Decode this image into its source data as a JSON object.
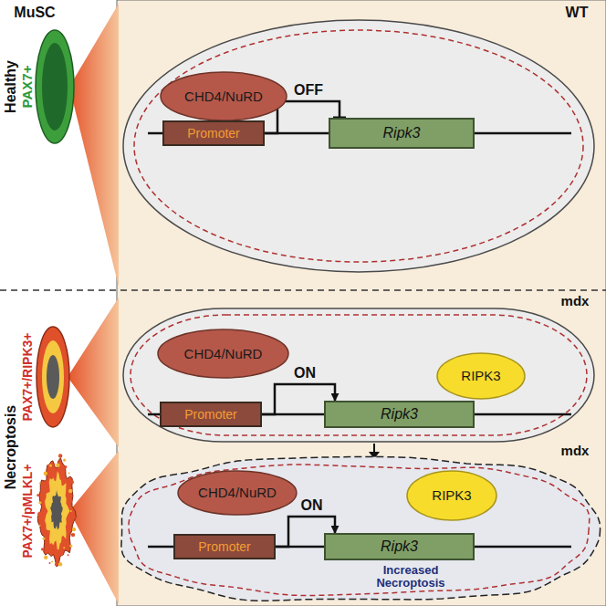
{
  "diagram": {
    "nodes": [
      {
        "text": [
          "CHD4/NuRD"
        ]
      },
      {
        "text": [
          "Promoter"
        ]
      },
      {
        "text": [
          "Ripk3"
        ]
      },
      {
        "text": [
          "CHD4/NuRD"
        ]
      },
      {
        "text": [
          "RIPK3"
        ]
      },
      {
        "text": [
          "Promoter"
        ]
      },
      {
        "text": [
          "Ripk3"
        ]
      },
      {
        "text": [
          "CHD4/NuRD"
        ]
      },
      {
        "text": [
          "RIPK3"
        ]
      },
      {
        "text": [
          "Promoter"
        ]
      },
      {
        "text": [
          "Ripk3"
        ]
      }
    ],
    "edges": [
      {
        "from": 1,
        "to": 2,
        "arrow": "to",
        "label": "OFF"
      },
      {
        "from": 5,
        "to": 6,
        "arrow": "to",
        "label": "ON"
      },
      {
        "from": 9,
        "to": 10,
        "arrow": "to",
        "label": "ON"
      }
    ],
    "labels": [
      "MuSC",
      "WT",
      "Healthy",
      "PAX7+",
      "Necroptosis",
      "PAX7+/RIPK3+",
      "PAX7+/pMLKL+",
      "mdx",
      "mdx",
      "Increased Necroptosis"
    ]
  }
}
